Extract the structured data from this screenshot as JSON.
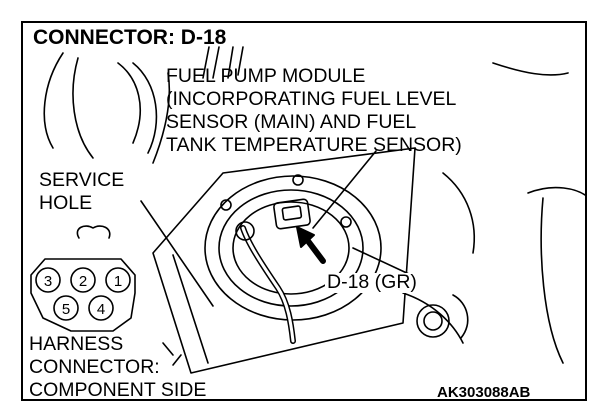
{
  "title": "CONNECTOR: D-18",
  "callouts": {
    "module": [
      "FUEL PUMP MODULE",
      "(INCORPORATING FUEL LEVEL",
      "SENSOR (MAIN) AND FUEL",
      "TANK TEMPERATURE SENSOR)"
    ],
    "service_hole": [
      "SERVICE",
      "HOLE"
    ],
    "connector_id": "D-18 (GR)",
    "harness": [
      "HARNESS",
      "CONNECTOR:",
      "COMPONENT SIDE"
    ]
  },
  "pins": [
    "3",
    "2",
    "1",
    "5",
    "4"
  ],
  "figure_code": "AK303088AB",
  "colors": {
    "ink": "#000000",
    "background": "#ffffff"
  }
}
